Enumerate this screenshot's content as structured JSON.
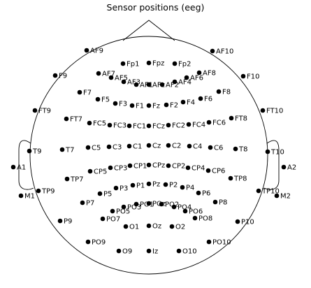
{
  "title": "Sensor positions (eeg)",
  "colors": {
    "marker": "#000000",
    "outline": "#000000",
    "background": "#ffffff"
  },
  "sensors": [
    {
      "name": "AF9"
    },
    {
      "name": "Fp1"
    },
    {
      "name": "Fpz"
    },
    {
      "name": "Fp2"
    },
    {
      "name": "AF10"
    },
    {
      "name": "F9"
    },
    {
      "name": "AF7"
    },
    {
      "name": "AF5"
    },
    {
      "name": "AF3"
    },
    {
      "name": "AF1"
    },
    {
      "name": "AFz"
    },
    {
      "name": "AF2"
    },
    {
      "name": "AF4"
    },
    {
      "name": "AF6"
    },
    {
      "name": "AF8"
    },
    {
      "name": "F10"
    },
    {
      "name": "F7"
    },
    {
      "name": "F5"
    },
    {
      "name": "F3"
    },
    {
      "name": "F1"
    },
    {
      "name": "Fz"
    },
    {
      "name": "F2"
    },
    {
      "name": "F4"
    },
    {
      "name": "F6"
    },
    {
      "name": "F8"
    },
    {
      "name": "FT9"
    },
    {
      "name": "FT7"
    },
    {
      "name": "FC5"
    },
    {
      "name": "FC3"
    },
    {
      "name": "FC1"
    },
    {
      "name": "FCz"
    },
    {
      "name": "FC2"
    },
    {
      "name": "FC4"
    },
    {
      "name": "FC6"
    },
    {
      "name": "FT8"
    },
    {
      "name": "FT10"
    },
    {
      "name": "T9"
    },
    {
      "name": "T7"
    },
    {
      "name": "C5"
    },
    {
      "name": "C3"
    },
    {
      "name": "C1"
    },
    {
      "name": "Cz"
    },
    {
      "name": "C2"
    },
    {
      "name": "C4"
    },
    {
      "name": "C6"
    },
    {
      "name": "T8"
    },
    {
      "name": "T10"
    },
    {
      "name": "A1"
    },
    {
      "name": "A2"
    },
    {
      "name": "CP5"
    },
    {
      "name": "CP3"
    },
    {
      "name": "CP1"
    },
    {
      "name": "CPz"
    },
    {
      "name": "CP2"
    },
    {
      "name": "CP4"
    },
    {
      "name": "CP6"
    },
    {
      "name": "TP7"
    },
    {
      "name": "TP8"
    },
    {
      "name": "TP9"
    },
    {
      "name": "TP10"
    },
    {
      "name": "M1"
    },
    {
      "name": "M2"
    },
    {
      "name": "P5"
    },
    {
      "name": "P3"
    },
    {
      "name": "P1"
    },
    {
      "name": "Pz"
    },
    {
      "name": "P2"
    },
    {
      "name": "P4"
    },
    {
      "name": "P6"
    },
    {
      "name": "P7"
    },
    {
      "name": "P8"
    },
    {
      "name": "PO5"
    },
    {
      "name": "PO3"
    },
    {
      "name": "PO1"
    },
    {
      "name": "POz"
    },
    {
      "name": "PO2"
    },
    {
      "name": "PO4"
    },
    {
      "name": "PO6"
    },
    {
      "name": "PO7"
    },
    {
      "name": "PO8"
    },
    {
      "name": "P9"
    },
    {
      "name": "P10"
    },
    {
      "name": "O1"
    },
    {
      "name": "Oz"
    },
    {
      "name": "O2"
    },
    {
      "name": "PO9"
    },
    {
      "name": "PO10"
    },
    {
      "name": "O9"
    },
    {
      "name": "Iz"
    },
    {
      "name": "O10"
    }
  ]
}
